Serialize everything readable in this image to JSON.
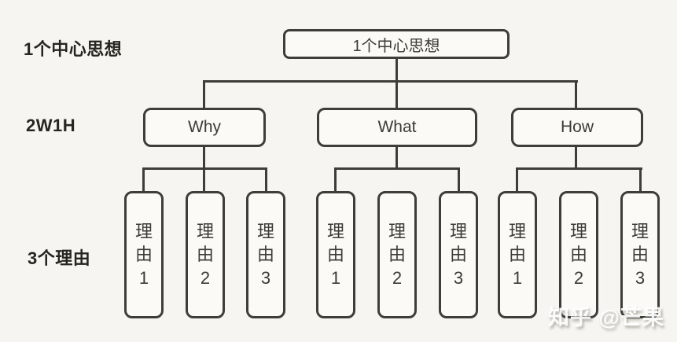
{
  "palette": {
    "background": "#f6f5f1",
    "line": "#3e3d39",
    "box_fill": "#fbfaf7",
    "label_text": "#26251f",
    "box_text": "#3c3b35",
    "watermark_text": "#ffffff"
  },
  "row_labels": {
    "level1": "1个中心思想",
    "level2": "2W1H",
    "level3": "3个理由"
  },
  "root": {
    "label": "1个中心思想"
  },
  "branches": [
    {
      "label": "Why",
      "children": [
        {
          "label": "理由1"
        },
        {
          "label": "理由2"
        },
        {
          "label": "理由3"
        }
      ]
    },
    {
      "label": "What",
      "children": [
        {
          "label": "理由1"
        },
        {
          "label": "理由2"
        },
        {
          "label": "理由3"
        }
      ]
    },
    {
      "label": "How",
      "children": [
        {
          "label": "理由1"
        },
        {
          "label": "理由2"
        },
        {
          "label": "理由3"
        }
      ]
    }
  ],
  "watermark": {
    "text": "知乎 @芒果"
  }
}
